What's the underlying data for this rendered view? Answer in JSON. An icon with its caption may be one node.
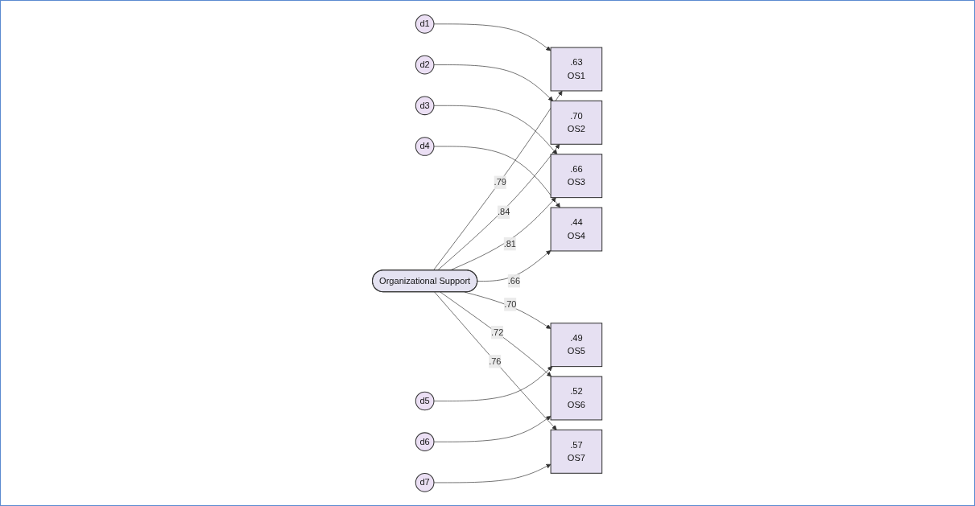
{
  "diagram": {
    "nodes": [
      {
        "text": [
          "d1"
        ]
      },
      {
        "text": [
          "d2"
        ]
      },
      {
        "text": [
          "d3"
        ]
      },
      {
        "text": [
          "d4"
        ]
      },
      {
        "text": [
          "d5"
        ]
      },
      {
        "text": [
          "d6"
        ]
      },
      {
        "text": [
          "d7"
        ]
      },
      {
        "text": [
          ".63",
          "OS1"
        ]
      },
      {
        "text": [
          ".70",
          "OS2"
        ]
      },
      {
        "text": [
          ".66",
          "OS3"
        ]
      },
      {
        "text": [
          ".44",
          "OS4"
        ]
      },
      {
        "text": [
          ".49",
          "OS5"
        ]
      },
      {
        "text": [
          ".52",
          "OS6"
        ]
      },
      {
        "text": [
          ".57",
          "OS7"
        ]
      },
      {
        "text": [
          "Organizational Support"
        ]
      }
    ],
    "edges": [
      {
        "from": 0,
        "to": 7,
        "arrow": "to"
      },
      {
        "from": 1,
        "to": 8,
        "arrow": "to"
      },
      {
        "from": 2,
        "to": 9,
        "arrow": "to"
      },
      {
        "from": 3,
        "to": 10,
        "arrow": "to"
      },
      {
        "from": 4,
        "to": 11,
        "arrow": "to"
      },
      {
        "from": 5,
        "to": 12,
        "arrow": "to"
      },
      {
        "from": 6,
        "to": 13,
        "arrow": "to"
      },
      {
        "from": 14,
        "to": 7,
        "arrow": "to",
        "label": ".79"
      },
      {
        "from": 14,
        "to": 8,
        "arrow": "to",
        "label": ".84"
      },
      {
        "from": 14,
        "to": 9,
        "arrow": "to",
        "label": ".81"
      },
      {
        "from": 14,
        "to": 10,
        "arrow": "to",
        "label": ".66"
      },
      {
        "from": 14,
        "to": 11,
        "arrow": "to",
        "label": ".70"
      },
      {
        "from": 14,
        "to": 12,
        "arrow": "to",
        "label": ".72"
      },
      {
        "from": 14,
        "to": 13,
        "arrow": "to",
        "label": ".76"
      }
    ]
  }
}
